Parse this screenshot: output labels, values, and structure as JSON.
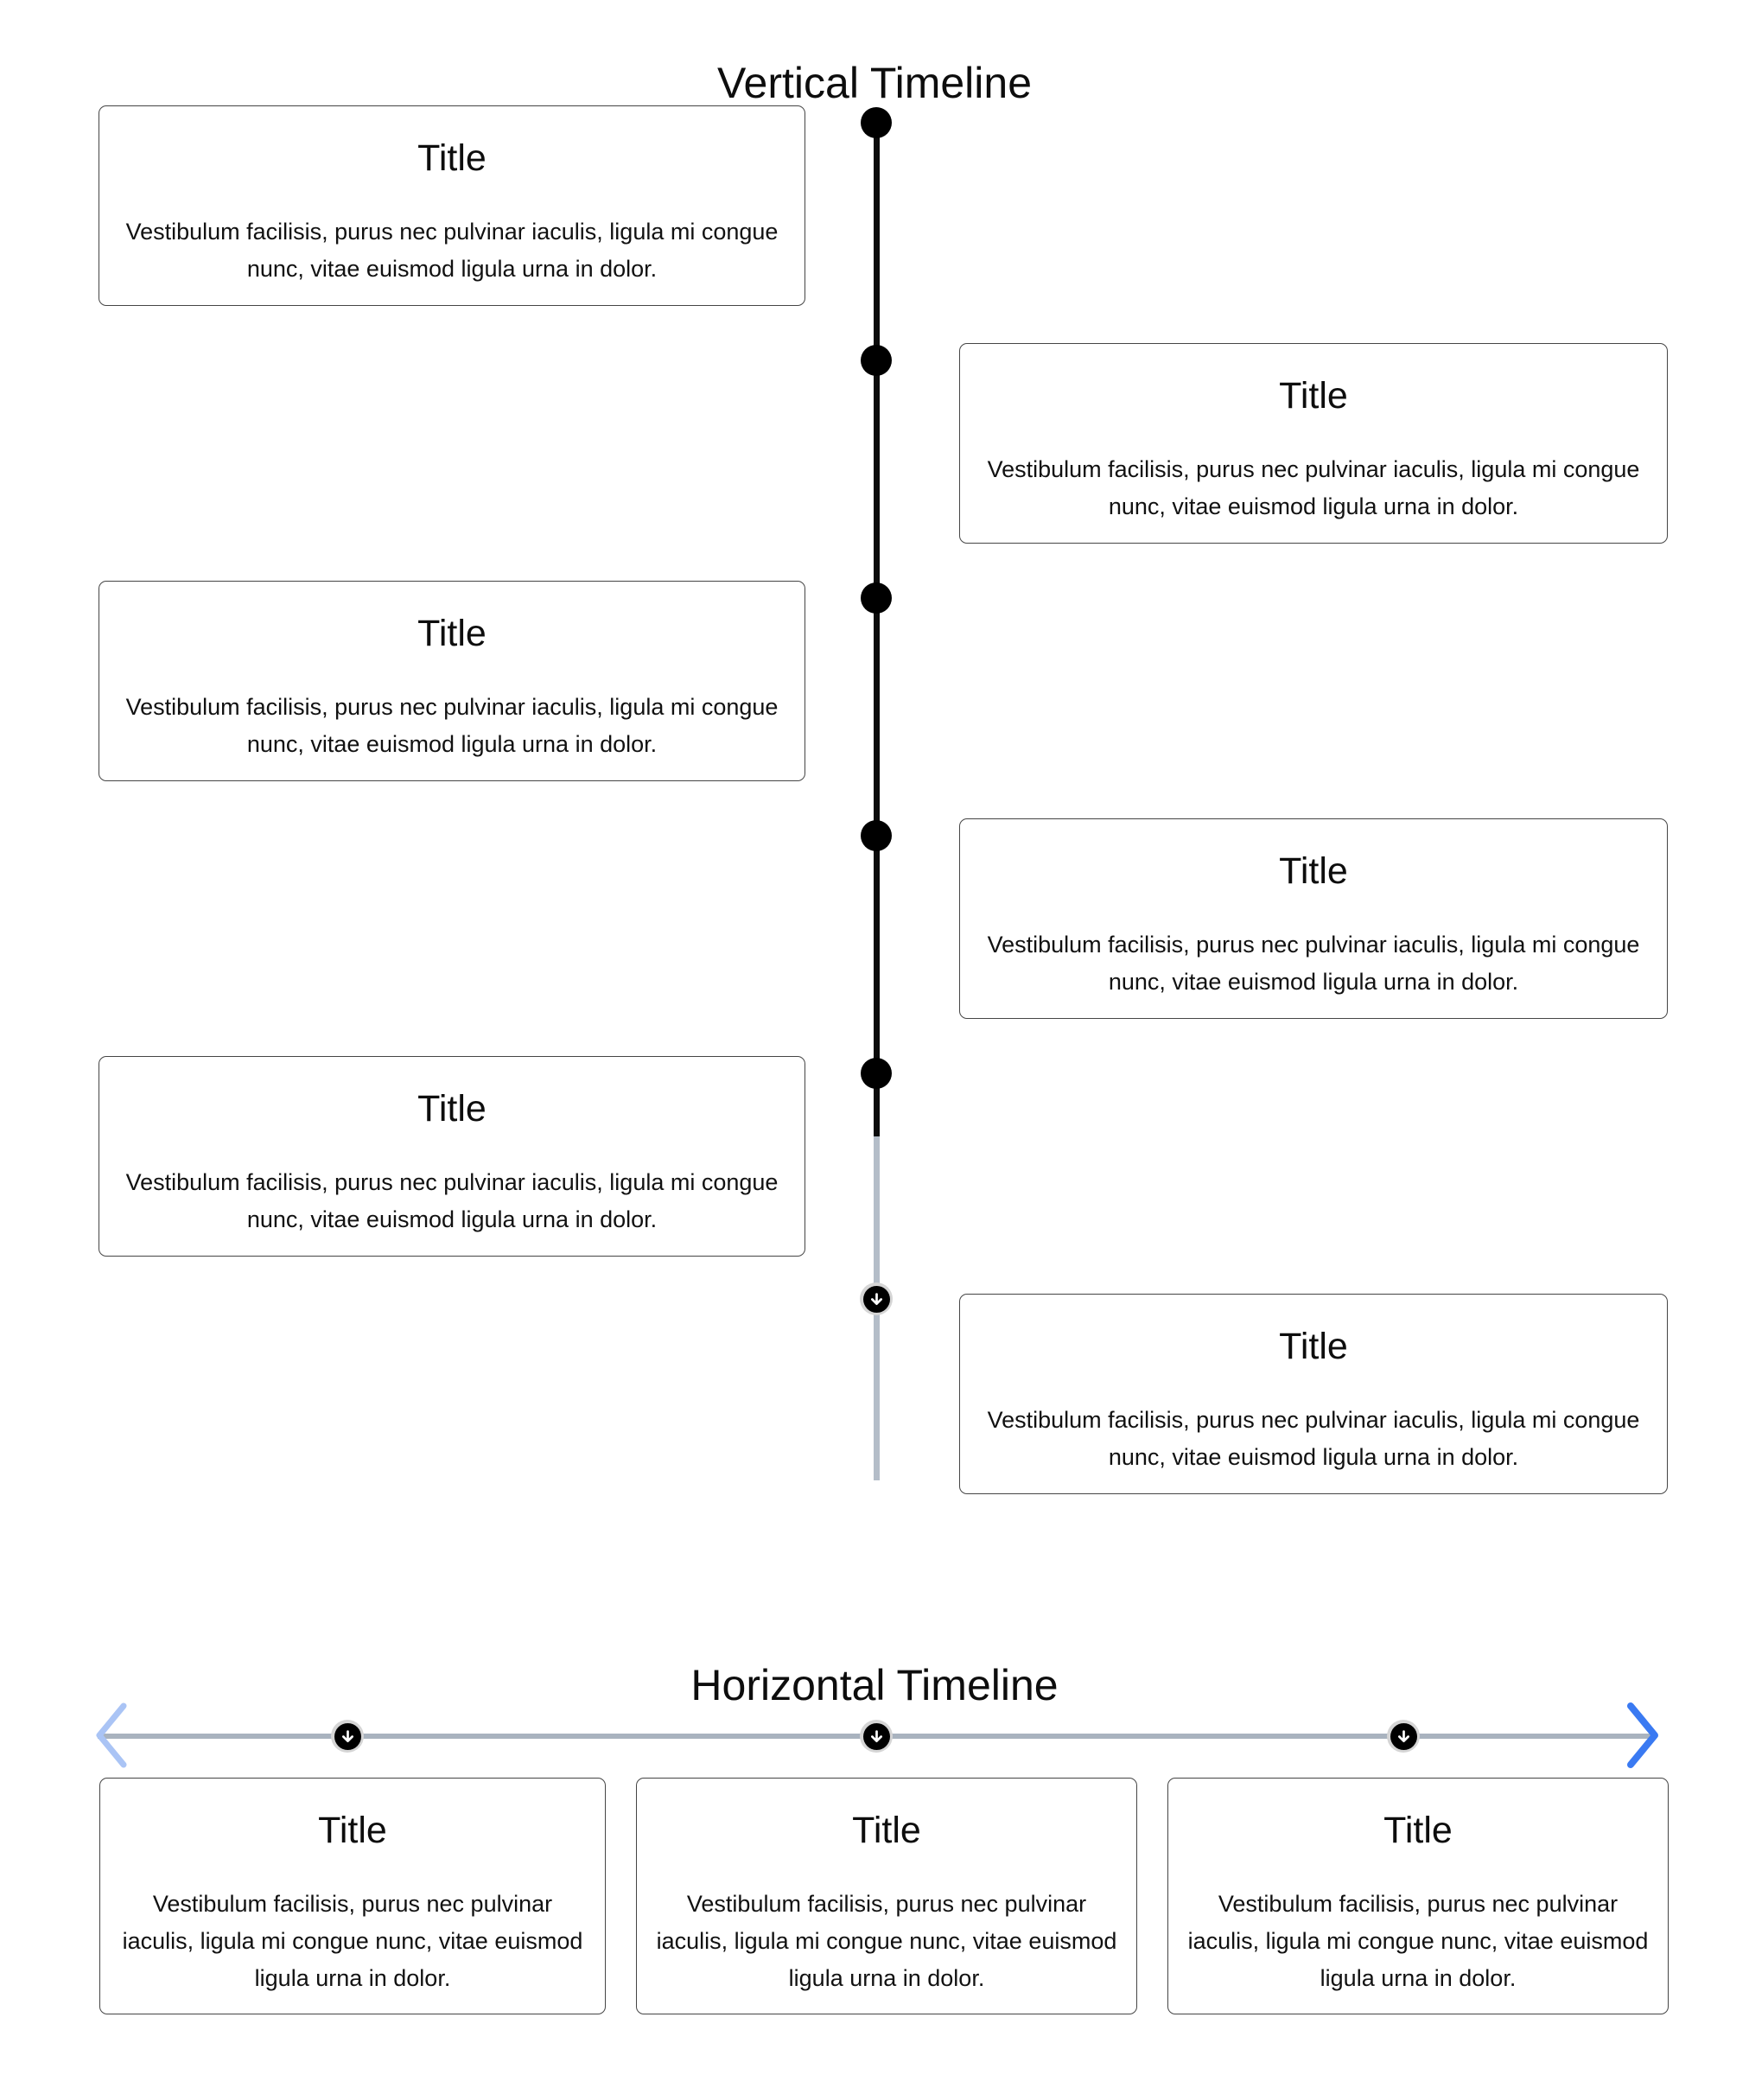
{
  "vertical_timeline": {
    "heading": "Vertical Timeline",
    "items": [
      {
        "title": "Title",
        "side": "left",
        "description": "Vestibulum facilisis, purus nec pulvinar iaculis, ligula mi congue nunc, vitae euismod ligula urna in dolor."
      },
      {
        "title": "Title",
        "side": "right",
        "description": "Vestibulum facilisis, purus nec pulvinar iaculis, ligula mi congue nunc, vitae euismod ligula urna in dolor."
      },
      {
        "title": "Title",
        "side": "left",
        "description": "Vestibulum facilisis, purus nec pulvinar iaculis, ligula mi congue nunc, vitae euismod ligula urna in dolor."
      },
      {
        "title": "Title",
        "side": "right",
        "description": "Vestibulum facilisis, purus nec pulvinar iaculis, ligula mi congue nunc, vitae euismod ligula urna in dolor."
      },
      {
        "title": "Title",
        "side": "left",
        "description": "Vestibulum facilisis, purus nec pulvinar iaculis, ligula mi congue nunc, vitae euismod ligula urna in dolor."
      },
      {
        "title": "Title",
        "side": "right",
        "description": "Vestibulum facilisis, purus nec pulvinar iaculis, ligula mi congue nunc, vitae euismod ligula urna in dolor."
      }
    ],
    "marker_icon": "down-arrow-icon",
    "colors": {
      "dot": "#000000",
      "line_completed": "#0b0b0b",
      "line_remaining": "#b4bdc8",
      "marker_ring": "#d5d5d5"
    }
  },
  "horizontal_timeline": {
    "heading": "Horizontal Timeline",
    "items": [
      {
        "title": "Title",
        "description": "Vestibulum facilisis, purus nec pulvinar iaculis, ligula mi congue nunc, vitae euismod ligula urna in dolor."
      },
      {
        "title": "Title",
        "description": "Vestibulum facilisis, purus nec pulvinar iaculis, ligula mi congue nunc, vitae euismod ligula urna in dolor."
      },
      {
        "title": "Title",
        "description": "Vestibulum facilisis, purus nec pulvinar iaculis, ligula mi congue nunc, vitae euismod ligula urna in dolor."
      }
    ],
    "nav": {
      "previous_icon": "chevron-left-icon",
      "next_icon": "chevron-right-icon"
    },
    "marker_icon": "down-arrow-icon",
    "colors": {
      "line": "#a9b3bf",
      "previous_arrow": "#aac4f5",
      "next_arrow": "#3a7af2",
      "marker": "#000000",
      "marker_ring": "#d5d5d5"
    }
  }
}
